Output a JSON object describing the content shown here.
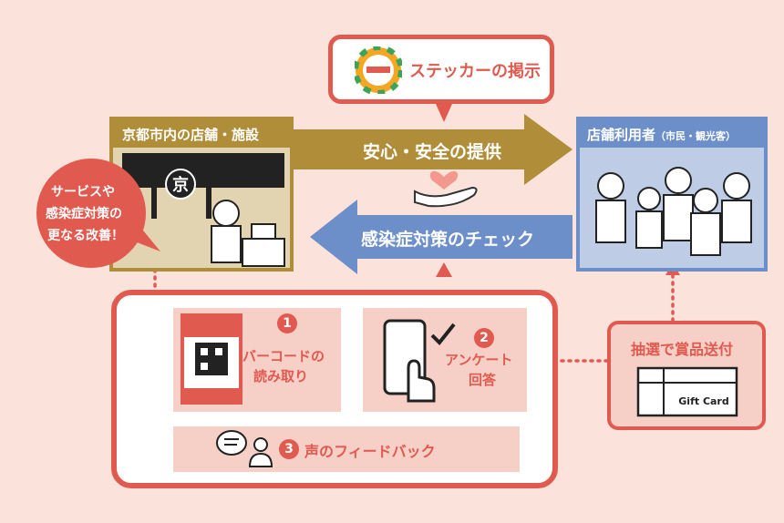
{
  "sticker": {
    "label": "ステッカーの掲示"
  },
  "shop": {
    "title": "京都市内の店舗・施設",
    "noren_char": "京"
  },
  "customers": {
    "title": "店舗利用者",
    "subtitle": "（市民・観光客）"
  },
  "flows": {
    "to_customers": "安心・安全の提供",
    "to_shop": "感染症対策のチェック"
  },
  "improvement": {
    "line1": "サービスや",
    "line2": "感染症対策の",
    "line3": "更なる改善！"
  },
  "steps": [
    {
      "num": "1",
      "line1": "バーコードの",
      "line2": "読み取り"
    },
    {
      "num": "2",
      "line1": "アンケート",
      "line2": "回答"
    },
    {
      "num": "3",
      "line1": "声のフィードバック"
    }
  ],
  "gift": {
    "title": "抽選で賞品送付",
    "card_label": "Gift Card"
  },
  "colors": {
    "accent": "#e05a4f",
    "gold": "#b08d38",
    "blue": "#6d8fc9",
    "pink_bg": "#fbe3dc",
    "step_bg": "#f6cfc6"
  }
}
